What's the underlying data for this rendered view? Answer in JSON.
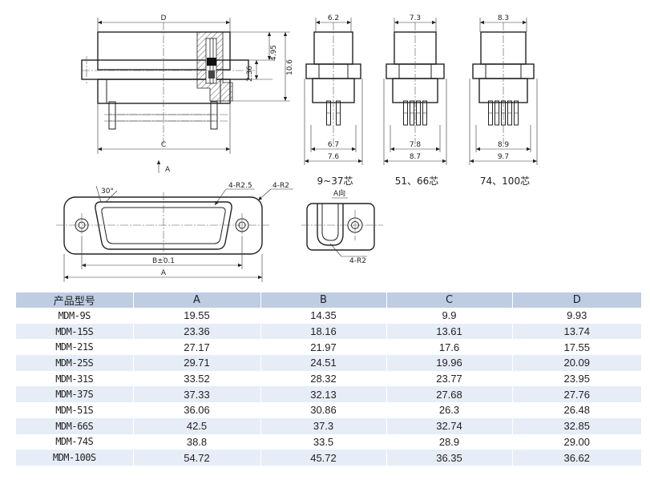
{
  "drawing": {
    "side_view": {
      "dim_d": "D",
      "dim_c": "C",
      "dim_495": "4.95",
      "dim_106": "10.6",
      "dim_236": "2.36",
      "view_arrow": "A"
    },
    "front_views": [
      {
        "top": "6.2",
        "inner": "6.7",
        "outer": "7.6",
        "caption": "9~37芯"
      },
      {
        "top": "7.3",
        "inner": "7.8",
        "outer": "8.7",
        "caption": "51、66芯"
      },
      {
        "top": "8.3",
        "inner": "8.9",
        "outer": "9.7",
        "caption": "74、100芯"
      }
    ],
    "flange_view": {
      "angle": "30°",
      "radius_shell": "4-R2.5",
      "radius_flange": "4-R2",
      "dim_b": "B±0.1",
      "dim_a": "A"
    },
    "a_view": {
      "label": "A向",
      "radius": "4-R2"
    }
  },
  "table": {
    "headers": [
      "产品型号",
      "A",
      "B",
      "C",
      "D"
    ],
    "rows": [
      [
        "MDM-9S",
        "19.55",
        "14.35",
        "9.9",
        "9.93"
      ],
      [
        "MDM-15S",
        "23.36",
        "18.16",
        "13.61",
        "13.74"
      ],
      [
        "MDM-21S",
        "27.17",
        "21.97",
        "17.6",
        "17.55"
      ],
      [
        "MDM-25S",
        "29.71",
        "24.51",
        "19.96",
        "20.09"
      ],
      [
        "MDM-31S",
        "33.52",
        "28.32",
        "23.77",
        "23.95"
      ],
      [
        "MDM-37S",
        "37.33",
        "32.13",
        "27.68",
        "27.76"
      ],
      [
        "MDM-51S",
        "36.06",
        "30.86",
        "26.3",
        "26.48"
      ],
      [
        "MDM-66S",
        "42.5",
        "37.3",
        "32.74",
        "32.85"
      ],
      [
        "MDM-74S",
        "38.8",
        "33.5",
        "28.9",
        "29.00"
      ],
      [
        "MDM-100S",
        "54.72",
        "45.72",
        "36.35",
        "36.62"
      ]
    ]
  }
}
